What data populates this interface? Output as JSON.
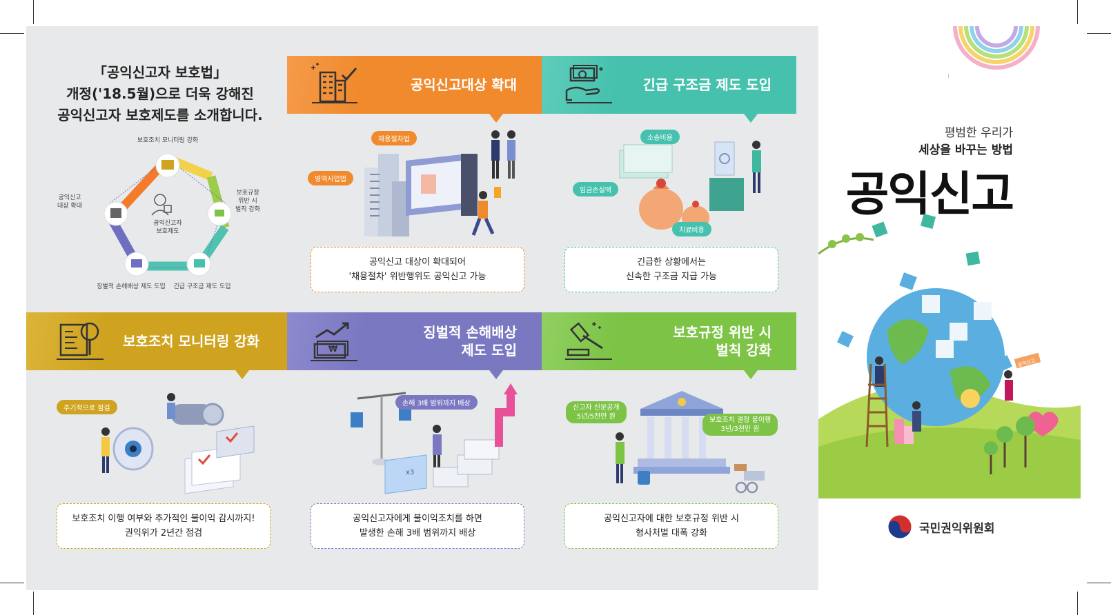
{
  "intro": {
    "title_lines": [
      "「공익신고자 보호법」",
      "개정('18.5월)으로 더욱 강해진",
      "공익신고자 보호제도를 소개합니다."
    ],
    "diagram": {
      "center": [
        "공익신고자",
        "보호제도"
      ],
      "top": "보호조치 모니터링 강화",
      "left": [
        "공익신고",
        "대상 확대"
      ],
      "right": [
        "보호규정",
        "위반 시",
        "벌칙 강화"
      ],
      "bottom_left": "징벌적 손해배상 제도 도입",
      "bottom_right": "긴급 구조금 제도 도입"
    }
  },
  "sections": [
    {
      "title": [
        "공익신고대상 확대"
      ],
      "color": "#f08a2c",
      "bubbles": [
        "채용절차법",
        "병역사업법"
      ],
      "caption": [
        "공익신고 대상이 확대되어",
        "'채용절차' 위반행위도 공익신고 가능"
      ]
    },
    {
      "title": [
        "긴급 구조금 제도 도입"
      ],
      "color": "#45c1ad",
      "bubbles": [
        "소송비용",
        "임금손실액",
        "치료비용"
      ],
      "caption": [
        "긴급한 상황에서는",
        "신속한 구조금 지급 가능"
      ]
    },
    {
      "title": [
        "보호조치 모니터링 강화"
      ],
      "color": "#cfa31f",
      "bubbles": [
        "주기적으로 점검"
      ],
      "caption": [
        "보호조치 이행 여부와 추가적인 불이익 감시까지!",
        "권익위가 2년간 점검"
      ]
    },
    {
      "title": [
        "징벌적 손해배상",
        "제도 도입"
      ],
      "color": "#7b78c2",
      "bubbles": [
        "손해 3배 범위까지 배상"
      ],
      "caption": [
        "공익신고자에게 불이익조치를 하면",
        "발생한 손해 3배 범위까지 배상"
      ]
    },
    {
      "title": [
        "보호규정 위반 시",
        "벌칙 강화"
      ],
      "color": "#7cc346",
      "bubbles": [
        [
          "신고자 신분공개",
          "5년/5천만 원"
        ],
        [
          "보호조치 결정 불이행",
          "3년/3천만 원"
        ]
      ],
      "caption": [
        "공익신고자에 대한 보호규정 위반 시",
        "형사처벌 대폭 강화"
      ]
    }
  ],
  "cover": {
    "subtitle1": "평범한 우리가",
    "subtitle2": "세상을 바꾸는 방법",
    "title": "공익신고",
    "flag_text": "공익신고",
    "logo_text": "국민권익위원회"
  }
}
